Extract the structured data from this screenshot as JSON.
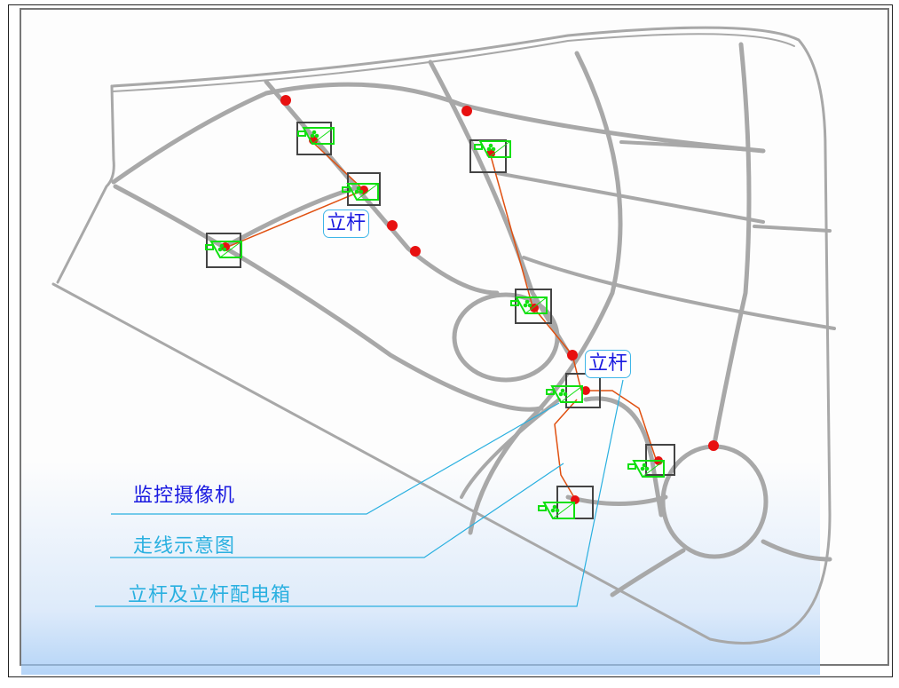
{
  "legend": {
    "camera": "监控摄像机",
    "wiring": "走线示意图",
    "pole": "立杆及立杆配电箱"
  },
  "callouts": [
    {
      "text": "立杆"
    },
    {
      "text": "立杆"
    }
  ],
  "colors": {
    "road": "#a8a8a8",
    "camera_icon": "#10e010",
    "pole_box": "#444444",
    "pole_dot": "#e81010",
    "wire": "#e05010",
    "leader_line": "#2ab0e0",
    "legend_camera_text": "#1a1ae0",
    "legend_other_text": "#2ab0e0"
  }
}
